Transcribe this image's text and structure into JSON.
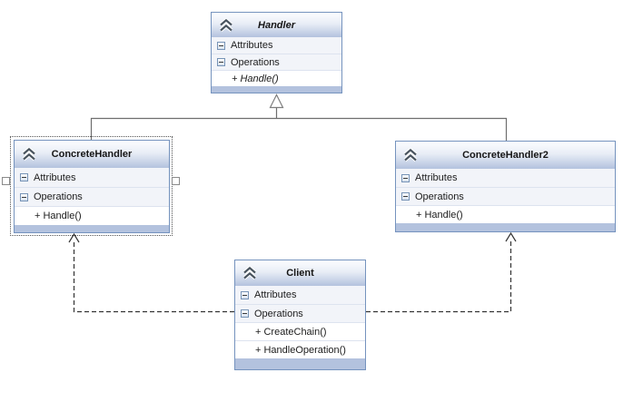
{
  "diagram": {
    "classes": [
      {
        "id": "handler",
        "title": "Handler",
        "abstract": true,
        "attributes_label": "Attributes",
        "operations_label": "Operations",
        "operations": [
          "+ Handle()"
        ]
      },
      {
        "id": "concrete-handler",
        "title": "ConcreteHandler",
        "selected": true,
        "attributes_label": "Attributes",
        "operations_label": "Operations",
        "operations": [
          "+ Handle()"
        ]
      },
      {
        "id": "concrete-handler2",
        "title": "ConcreteHandler2",
        "attributes_label": "Attributes",
        "operations_label": "Operations",
        "operations": [
          "+ Handle()"
        ]
      },
      {
        "id": "client",
        "title": "Client",
        "attributes_label": "Attributes",
        "operations_label": "Operations",
        "operations": [
          "+ CreateChain()",
          "+ HandleOperation()"
        ]
      }
    ],
    "connectors": [
      {
        "type": "inheritance",
        "from": "ConcreteHandler",
        "to": "Handler"
      },
      {
        "type": "inheritance",
        "from": "ConcreteHandler2",
        "to": "Handler"
      },
      {
        "type": "dependency",
        "from": "Client",
        "to": "ConcreteHandler",
        "style": "dashed-open-arrow"
      },
      {
        "type": "dependency",
        "from": "Client",
        "to": "ConcreteHandler2",
        "style": "dashed-open-arrow"
      }
    ],
    "icons": {
      "collapse_chevron": "double-chevron-up",
      "section_collapse": "minus-box"
    },
    "colors": {
      "box_border": "#7593be",
      "header_gradient_top": "#fcfdff",
      "header_gradient_bottom": "#b3c2de",
      "section_row_bg": "#f2f4f9",
      "row_separator": "#dde3ef",
      "footer_strip": "#b3c2de",
      "solid_connector": "#6e6e6e",
      "dashed_connector": "#333333",
      "selection_outline": "#555555",
      "canvas_bg": "#ffffff"
    }
  }
}
